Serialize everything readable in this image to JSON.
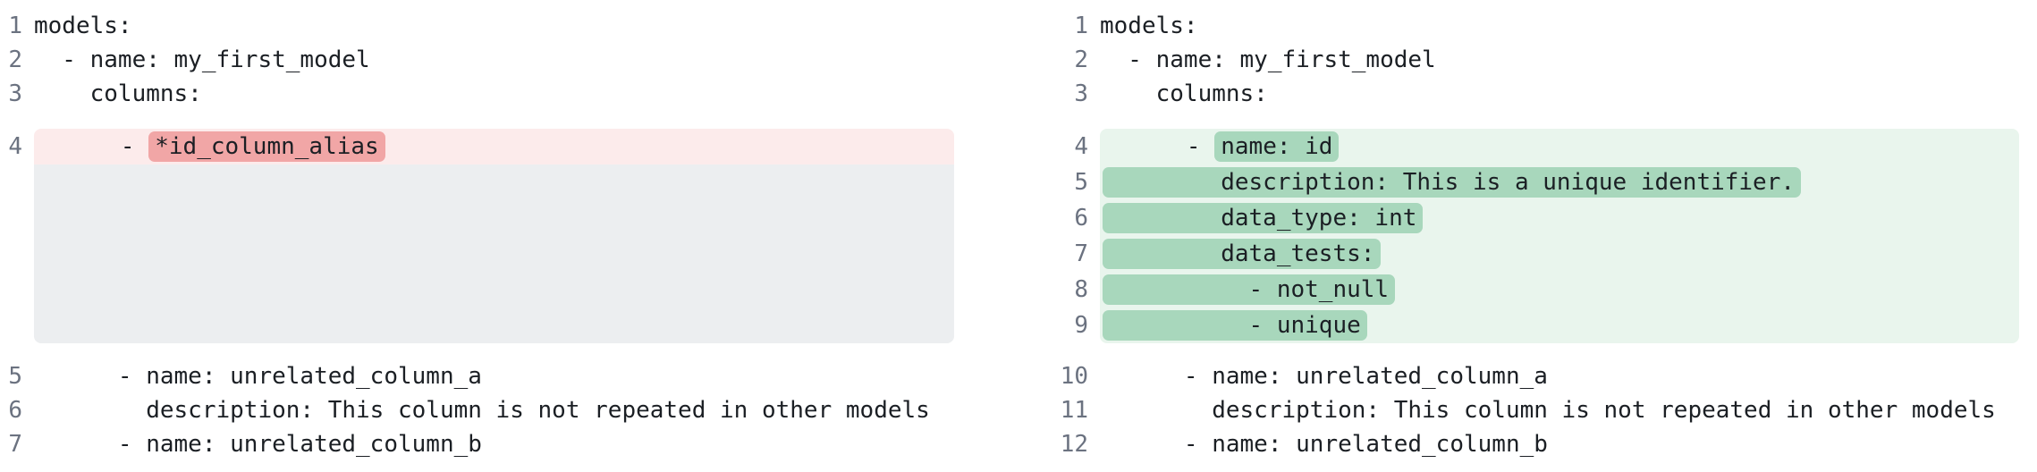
{
  "colors": {
    "removed_line_bg": "#fcebeb",
    "removed_token_bg": "#f1a6a6",
    "added_line_bg": "#e9f5ed",
    "added_token_bg": "#a8d7bc",
    "collapsed_region_bg": "#eceef0",
    "line_number_text": "#6b7280",
    "code_text": "#1b1f24",
    "background": "#ffffff"
  },
  "left": {
    "role": "before",
    "lines": [
      {
        "num": "1",
        "text": "models:"
      },
      {
        "num": "2",
        "text": "  - name: my_first_model"
      },
      {
        "num": "3",
        "text": "    columns:"
      },
      {
        "num": "4",
        "prefix": "      - ",
        "highlight": "*id_column_alias",
        "change": "removed"
      },
      {
        "collapsed": true,
        "rows_hidden": 5
      },
      {
        "num": "5",
        "text": "      - name: unrelated_column_a"
      },
      {
        "num": "6",
        "text": "        description: This column is not repeated in other models"
      },
      {
        "num": "7",
        "text": "      - name: unrelated_column_b"
      }
    ]
  },
  "right": {
    "role": "after",
    "lines": [
      {
        "num": "1",
        "text": "models:"
      },
      {
        "num": "2",
        "text": "  - name: my_first_model"
      },
      {
        "num": "3",
        "text": "    columns:"
      },
      {
        "num": "4",
        "prefix": "      - ",
        "highlight": "name: id",
        "change": "added"
      },
      {
        "num": "5",
        "highlight": "        description: This is a unique identifier.",
        "change": "added"
      },
      {
        "num": "6",
        "highlight": "        data_type: int",
        "change": "added"
      },
      {
        "num": "7",
        "highlight": "        data_tests:",
        "change": "added"
      },
      {
        "num": "8",
        "highlight": "          - not_null",
        "change": "added"
      },
      {
        "num": "9",
        "highlight": "          - unique",
        "change": "added"
      },
      {
        "num": "10",
        "text": "      - name: unrelated_column_a"
      },
      {
        "num": "11",
        "text": "        description: This column is not repeated in other models"
      },
      {
        "num": "12",
        "text": "      - name: unrelated_column_b"
      }
    ]
  }
}
